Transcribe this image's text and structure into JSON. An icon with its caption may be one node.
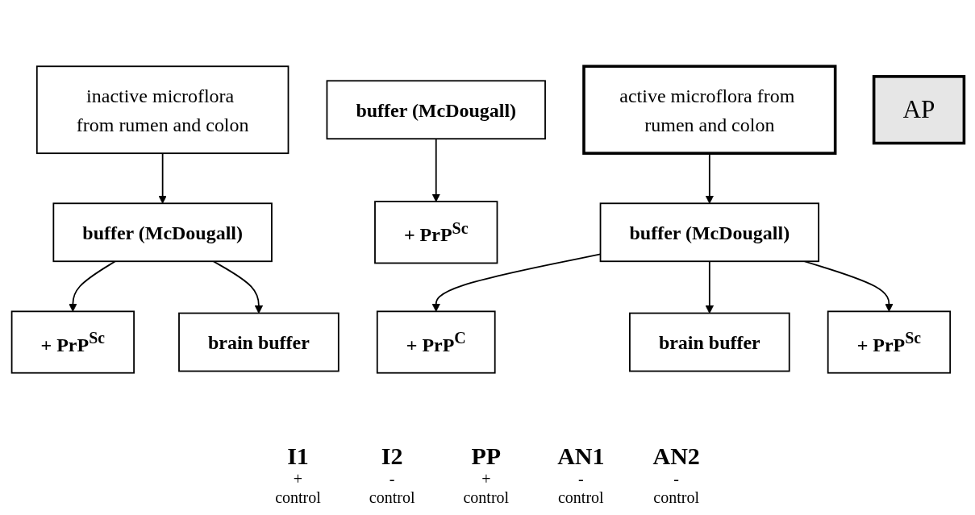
{
  "diagram": {
    "nodes": [
      {
        "text": [
          "inactive microflora from rumen and colon"
        ]
      },
      {
        "text": [
          "buffer (McDougall)"
        ]
      },
      {
        "text": [
          "+ PrP$^{Sc}$"
        ]
      },
      {
        "text": [
          "brain buffer"
        ]
      },
      {
        "text": [
          "buffer (McDougall)"
        ]
      },
      {
        "text": [
          "+ PrP$^{Sc}$"
        ]
      },
      {
        "text": [
          "active microflora from rumen and colon"
        ]
      },
      {
        "text": [
          "buffer (McDougall)"
        ]
      },
      {
        "text": [
          "+ PrP$^{C}$"
        ]
      },
      {
        "text": [
          "brain buffer"
        ]
      },
      {
        "text": [
          "+ PrP$^{Sc}$"
        ]
      },
      {
        "text": [
          "AP"
        ]
      }
    ],
    "edges": [
      {
        "from": 0,
        "to": 1,
        "arrow": "to"
      },
      {
        "from": 1,
        "to": 2,
        "arrow": "to"
      },
      {
        "from": 1,
        "to": 3,
        "arrow": "to"
      },
      {
        "from": 4,
        "to": 5,
        "arrow": "to"
      },
      {
        "from": 6,
        "to": 7,
        "arrow": "to"
      },
      {
        "from": 7,
        "to": 8,
        "arrow": "to"
      },
      {
        "from": 7,
        "to": 9,
        "arrow": "to"
      },
      {
        "from": 7,
        "to": 10,
        "arrow": "to"
      }
    ],
    "labels": [
      "I1",
      "+",
      "control",
      "I2",
      "-",
      "control",
      "PP",
      "+",
      "control",
      "AN1",
      "-",
      "control",
      "AN2",
      "-",
      "control"
    ]
  }
}
